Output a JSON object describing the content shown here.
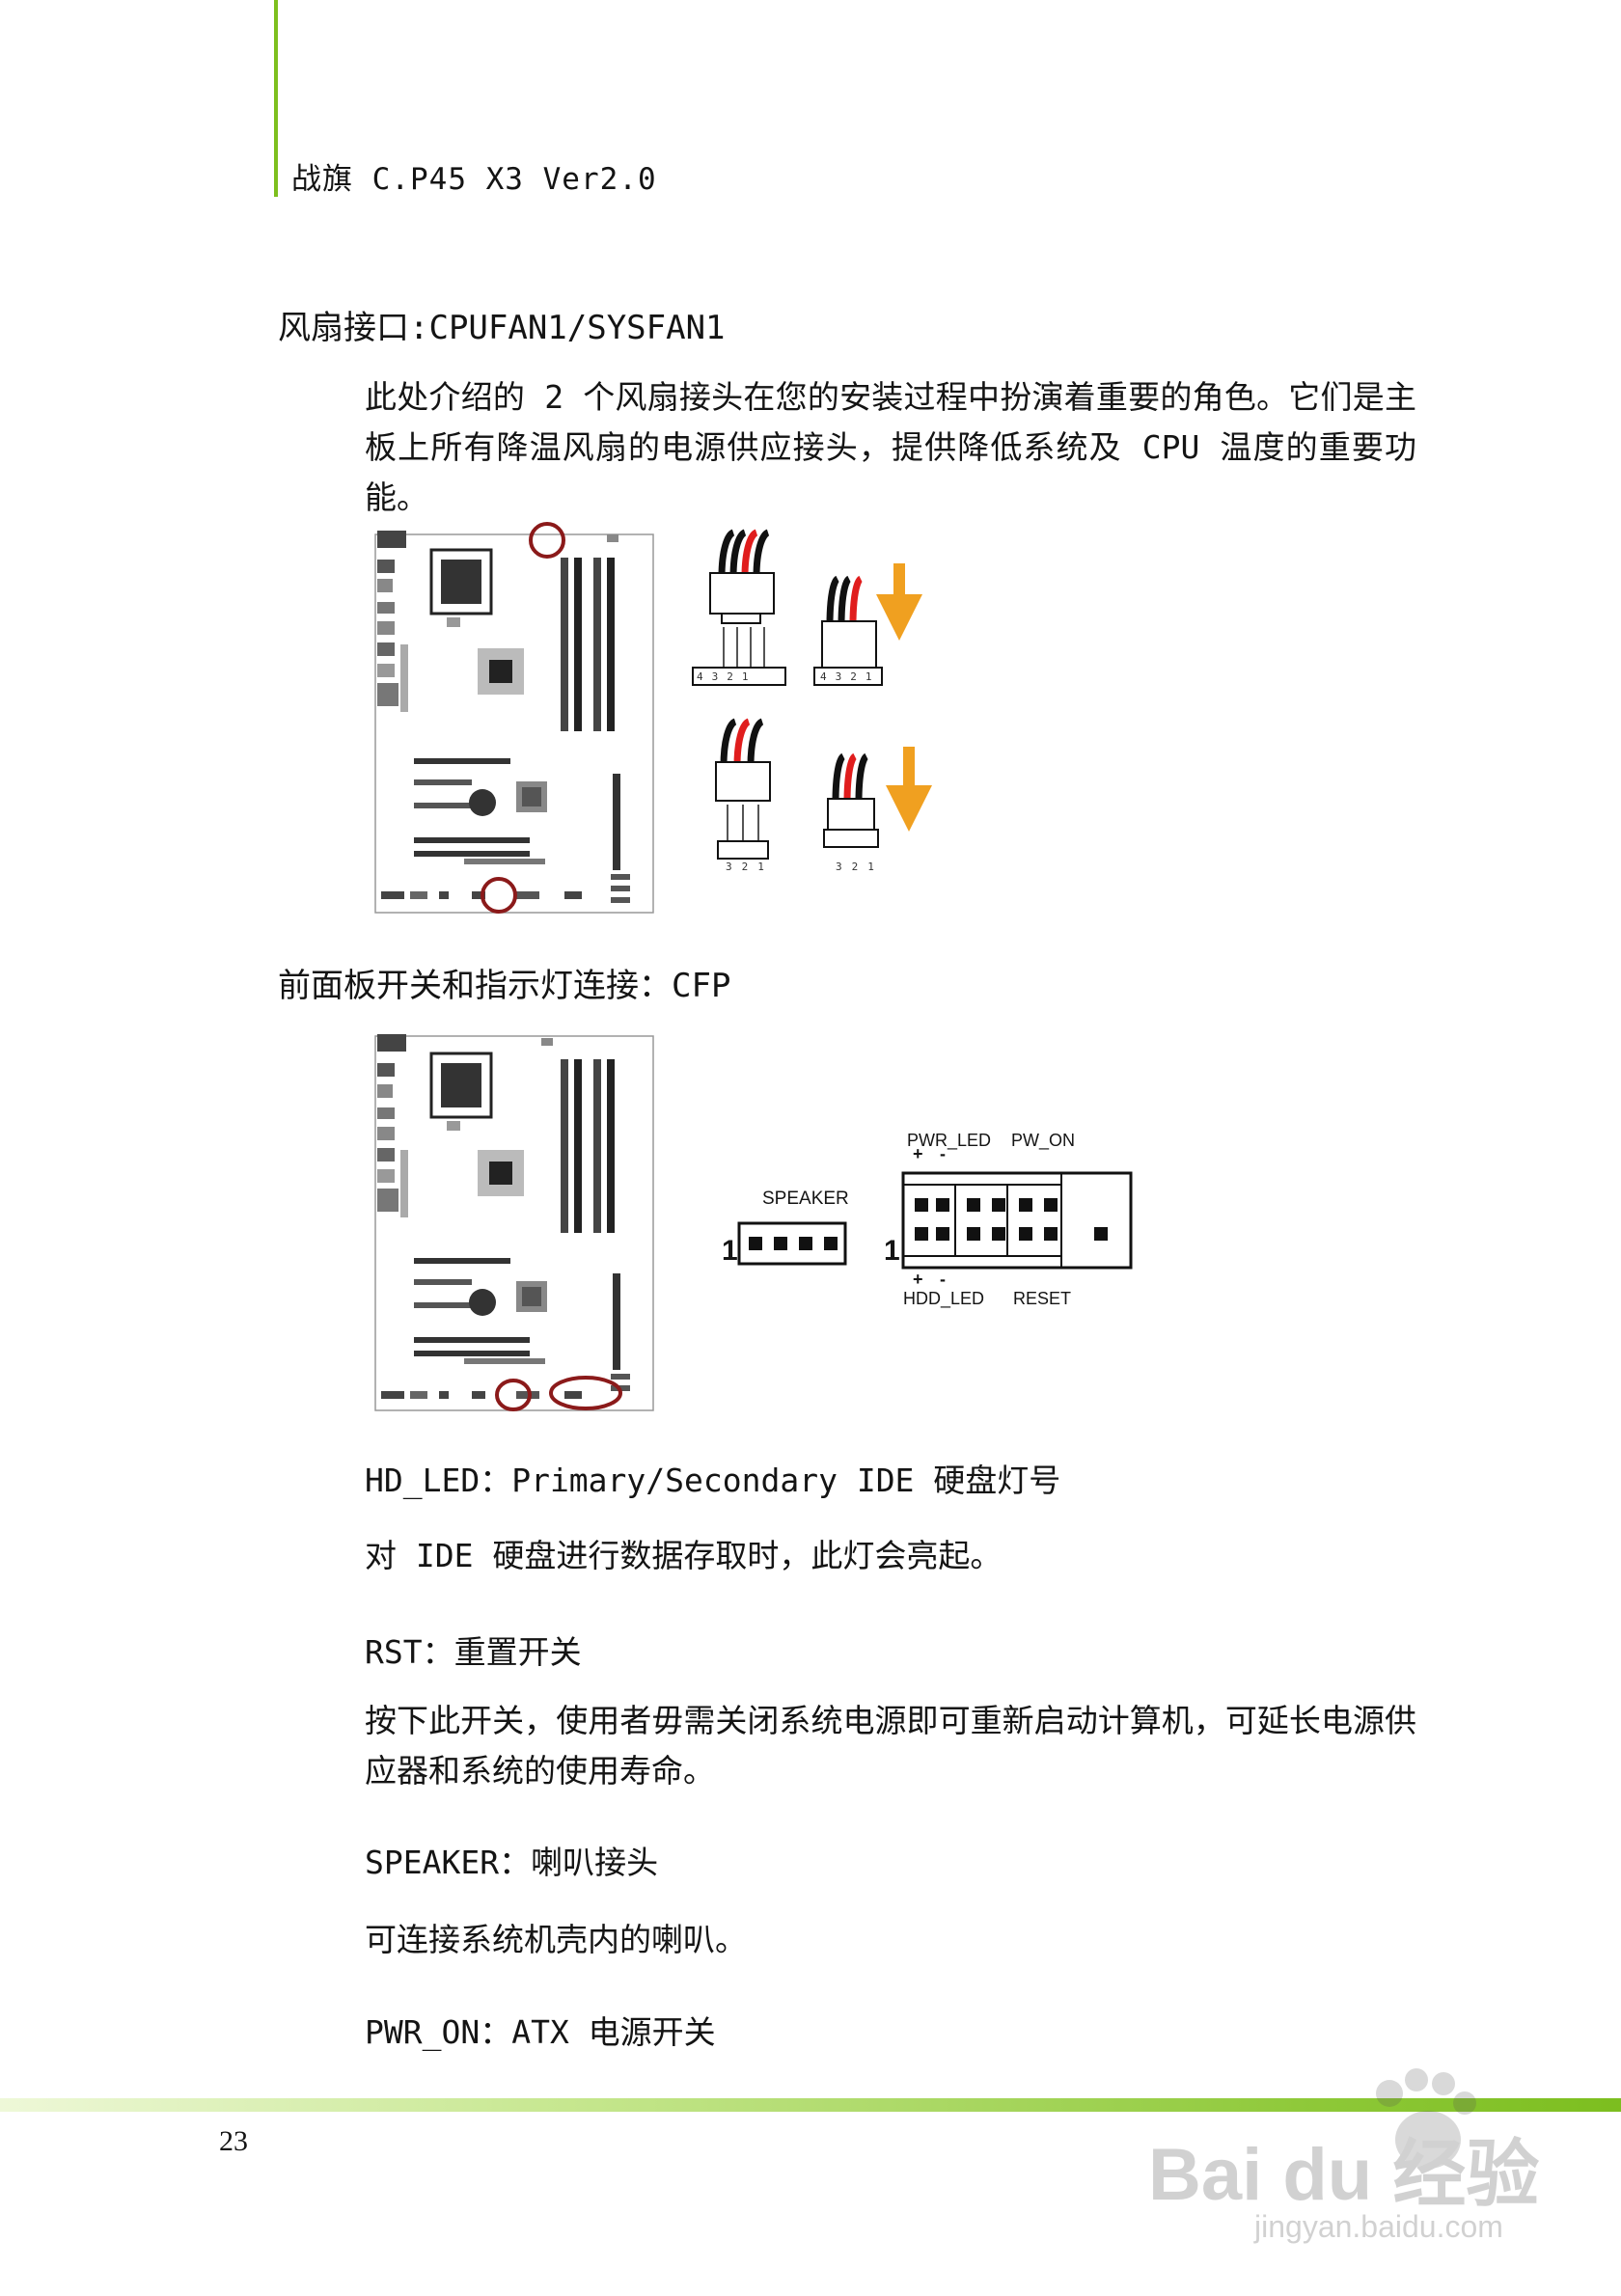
{
  "header": {
    "title": "战旗 C.P45 X3 Ver2.0"
  },
  "fan_section": {
    "heading": "风扇接口:CPUFAN1/SYSFAN1",
    "paragraph": "此处介绍的 2 个风扇接头在您的安装过程中扮演着重要的角色。它们是主板上所有降温风扇的电源供应接头，提供降低系统及 CPU 温度的重要功能。",
    "pins_4": [
      "4",
      "3",
      "2",
      "1"
    ],
    "pins_3": [
      "3",
      "2",
      "1"
    ]
  },
  "cfp_section": {
    "heading": "前面板开关和指示灯连接：CFP",
    "speaker_label": "SPEAKER",
    "pin_one": "1",
    "pwr_led": "PWR_LED",
    "pw_on": "PW_ON",
    "hdd_led": "HDD_LED",
    "reset": "RESET",
    "plus": "+",
    "minus": "-"
  },
  "items": [
    {
      "title": "HD_LED：Primary/Secondary IDE 硬盘灯号",
      "desc": "对 IDE 硬盘进行数据存取时，此灯会亮起。"
    },
    {
      "title": "RST：重置开关",
      "desc": "按下此开关，使用者毋需关闭系统电源即可重新启动计算机，可延长电源供应器和系统的使用寿命。"
    },
    {
      "title": "SPEAKER：喇叭接头",
      "desc": "可连接系统机壳内的喇叭。"
    },
    {
      "title": "PWR_ON：ATX 电源开关",
      "desc": ""
    }
  ],
  "footer": {
    "page_number": "23"
  },
  "watermark": {
    "brand": "Bai du 经验",
    "url": "jingyan.baidu.com"
  },
  "colors": {
    "accent_green": "#7dbf1e",
    "marker_red": "#8b1a1a",
    "arrow_orange": "#f0a020"
  }
}
